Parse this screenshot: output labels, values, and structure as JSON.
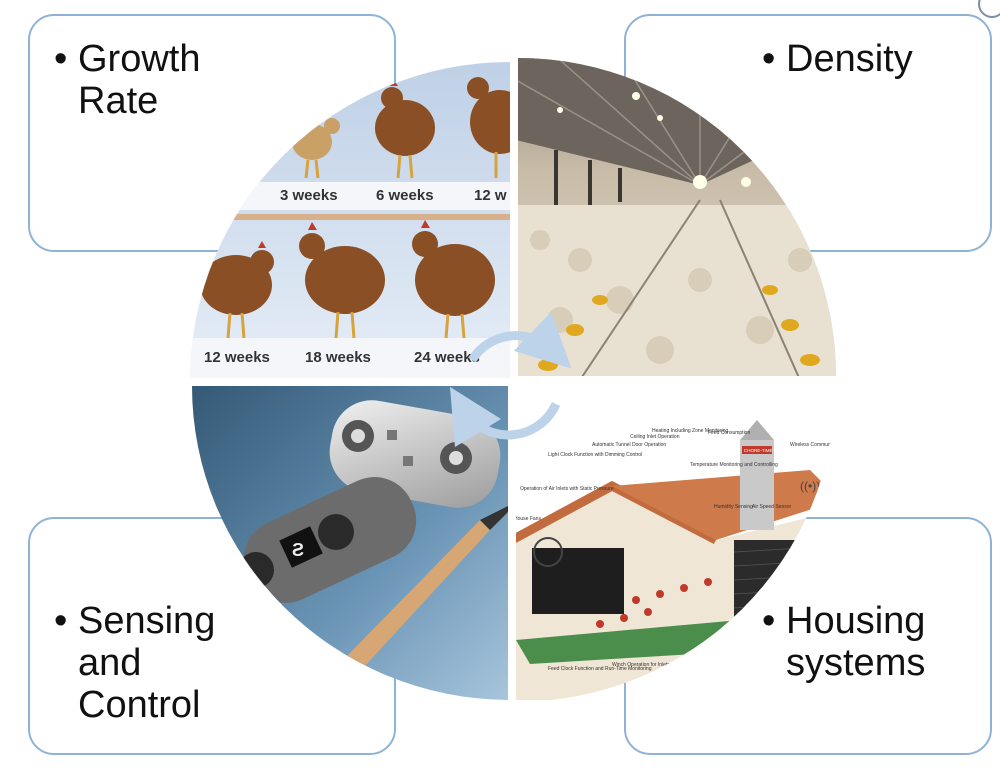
{
  "quadrants": {
    "top_left": {
      "bullet": "•",
      "lines": [
        "Growth",
        "Rate"
      ]
    },
    "top_right": {
      "bullet": "•",
      "lines": [
        "Density"
      ]
    },
    "bottom_left": {
      "bullet": "•",
      "lines": [
        "Sensing",
        "and",
        "Control"
      ]
    },
    "bottom_right": {
      "bullet": "•",
      "lines": [
        "Housing",
        "systems"
      ]
    }
  },
  "growth_photo": {
    "row1_labels": [
      "3 weeks",
      "6 weeks",
      "12 w"
    ],
    "row2_labels": [
      "12 weeks",
      "18 weeks",
      "24 weeks"
    ]
  },
  "housing_diagram": {
    "callouts": [
      "Light Clock Function with Dimming Control",
      "Automatic Tunnel Door Operation",
      "Ceiling Inlet Operation",
      "Heating Including Zone Monitoring",
      "Feed Consumption",
      "Wireless Communication",
      "Operation of Air Inlets with Static Pressure",
      "Temperature Monitoring and Controlling",
      "Humidity Sensing",
      "Air Speed Sensor",
      "House Fans",
      "Feed Clock Function and Run-Time Monitoring",
      "Winch Operation for Inlets or Tunnel Doors"
    ],
    "silo_label": "CHORE-TIME"
  },
  "colors": {
    "card_border": "#8fb3d6",
    "arrow": "#bcd3ea"
  }
}
